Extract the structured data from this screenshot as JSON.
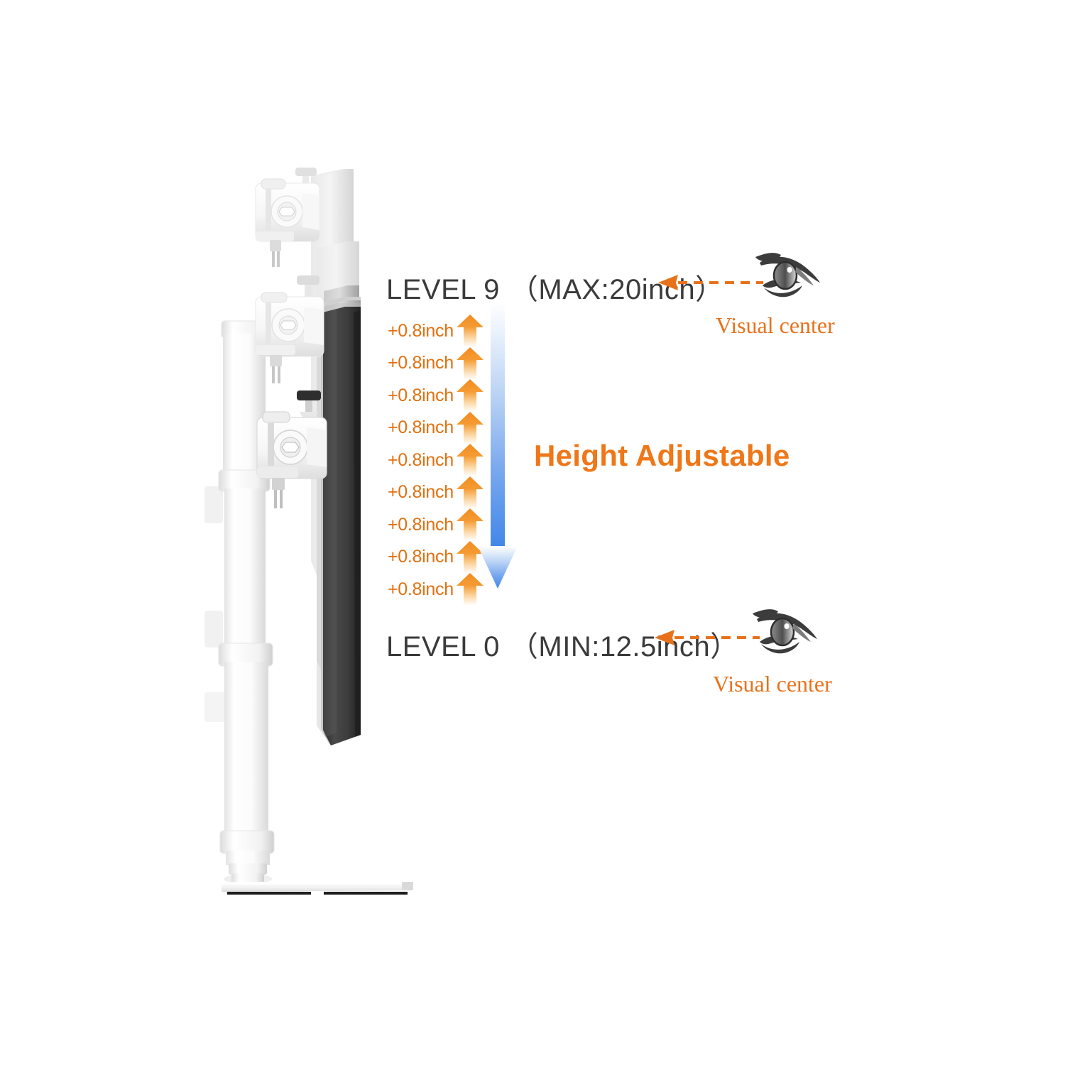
{
  "diagram": {
    "title_text": "Height Adjustable",
    "accent_orange": "#e8721c",
    "step_orange": "#e0700f",
    "blue": "#3f86e8",
    "label_gray": "#3b3b3b",
    "levels": {
      "top": {
        "name": "LEVEL 9",
        "spec": "（MAX:20inch）",
        "callout": "Visual center",
        "icon": "eye-icon"
      },
      "bottom": {
        "name": "LEVEL 0",
        "spec": "（MIN:12.5inch）",
        "callout": "Visual center",
        "icon": "eye-icon"
      }
    },
    "steps": [
      {
        "label": "+0.8inch"
      },
      {
        "label": "+0.8inch"
      },
      {
        "label": "+0.8inch"
      },
      {
        "label": "+0.8inch"
      },
      {
        "label": "+0.8inch"
      },
      {
        "label": "+0.8inch"
      },
      {
        "label": "+0.8inch"
      },
      {
        "label": "+0.8inch"
      },
      {
        "label": "+0.8inch"
      }
    ],
    "product": {
      "name": "monitor-stand-side-view",
      "pole_color": "#ffffff",
      "monitor_dark_color": "#3a3a3a",
      "monitor_ghost_color": "#d8d8d8"
    }
  }
}
